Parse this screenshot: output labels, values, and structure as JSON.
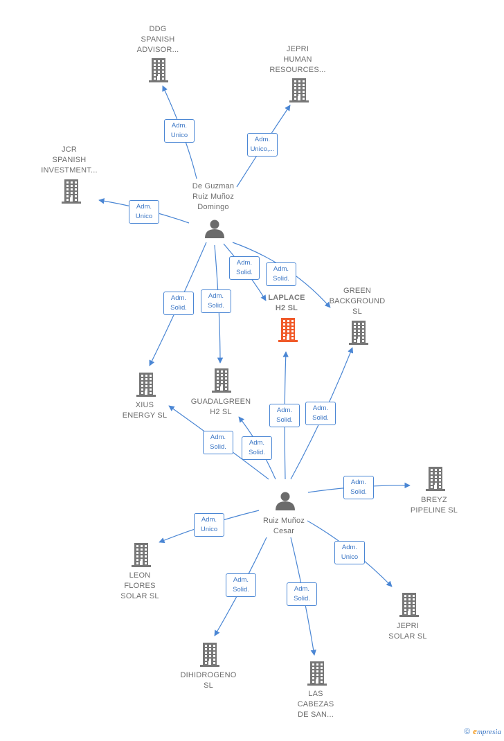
{
  "colors": {
    "edge": "#4a86d4",
    "company": "#777777",
    "main_company": "#f05a2a",
    "person": "#6b6b6b"
  },
  "nodes": [
    {
      "id": "ddg",
      "type": "company",
      "label": "DDG\nSPANISH\nADVISOR..."
    },
    {
      "id": "jepri_hr",
      "type": "company",
      "label": "JEPRI\nHUMAN\nRESOURCES..."
    },
    {
      "id": "jcr",
      "type": "company",
      "label": "JCR\nSPANISH\nINVESTMENT..."
    },
    {
      "id": "deguzman",
      "type": "person",
      "label": "De Guzman\nRuiz Muñoz\nDomingo"
    },
    {
      "id": "laplace",
      "type": "company",
      "main": true,
      "label": "LAPLACE\nH2  SL"
    },
    {
      "id": "green",
      "type": "company",
      "label": "GREEN\nBACKGROUND\nSL"
    },
    {
      "id": "xius",
      "type": "company",
      "label": "XIUS\nENERGY  SL"
    },
    {
      "id": "guadalgreen",
      "type": "company",
      "label": "GUADALGREEN\nH2  SL"
    },
    {
      "id": "breyz",
      "type": "company",
      "label": "BREYZ\nPIPELINE  SL"
    },
    {
      "id": "ruiz",
      "type": "person",
      "label": "Ruiz Muñoz\nCesar"
    },
    {
      "id": "leon",
      "type": "company",
      "label": "LEON\nFLORES\nSOLAR SL"
    },
    {
      "id": "jepri_solar",
      "type": "company",
      "label": "JEPRI\nSOLAR  SL"
    },
    {
      "id": "dihidrogeno",
      "type": "company",
      "label": "DIHIDROGENO\nSL"
    },
    {
      "id": "cabezas",
      "type": "company",
      "label": "LAS\nCABEZAS\nDE SAN..."
    }
  ],
  "edges": [
    {
      "from": "deguzman",
      "to": "ddg",
      "label": "Adm.\nUnico"
    },
    {
      "from": "deguzman",
      "to": "jepri_hr",
      "label": "Adm.\nUnico,..."
    },
    {
      "from": "deguzman",
      "to": "jcr",
      "label": "Adm.\nUnico"
    },
    {
      "from": "deguzman",
      "to": "laplace",
      "label": "Adm.\nSolid."
    },
    {
      "from": "deguzman",
      "to": "green",
      "label": "Adm.\nSolid."
    },
    {
      "from": "deguzman",
      "to": "xius",
      "label": "Adm.\nSolid."
    },
    {
      "from": "deguzman",
      "to": "guadalgreen",
      "label": "Adm.\nSolid."
    },
    {
      "from": "ruiz",
      "to": "xius",
      "label": "Adm.\nSolid."
    },
    {
      "from": "ruiz",
      "to": "guadalgreen",
      "label": "Adm.\nSolid."
    },
    {
      "from": "ruiz",
      "to": "laplace",
      "label": "Adm.\nSolid."
    },
    {
      "from": "ruiz",
      "to": "green",
      "label": "Adm.\nSolid."
    },
    {
      "from": "ruiz",
      "to": "breyz",
      "label": "Adm.\nSolid."
    },
    {
      "from": "ruiz",
      "to": "leon",
      "label": "Adm.\nUnico"
    },
    {
      "from": "ruiz",
      "to": "jepri_solar",
      "label": "Adm.\nUnico"
    },
    {
      "from": "ruiz",
      "to": "dihidrogeno",
      "label": "Adm.\nSolid."
    },
    {
      "from": "ruiz",
      "to": "cabezas",
      "label": "Adm.\nSolid."
    }
  ],
  "footer": {
    "copyright": "©",
    "brand_initial": "e",
    "brand_rest": "mpresia"
  }
}
